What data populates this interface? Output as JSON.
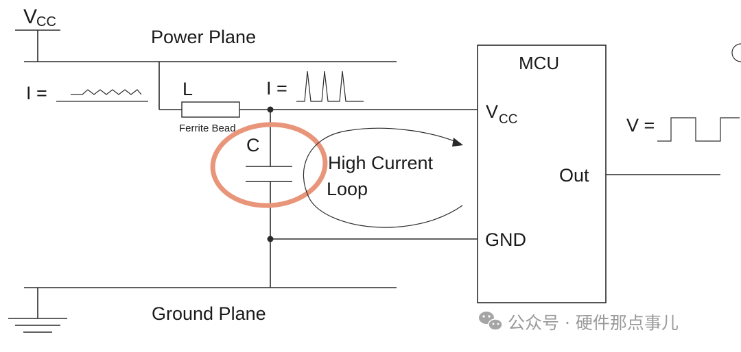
{
  "labels": {
    "vcc_main": "V",
    "vcc_main_sub": "CC",
    "power_plane": "Power Plane",
    "ground_plane": "Ground Plane",
    "i_smooth": "I =",
    "i_pulse": "I =",
    "inductor": "L",
    "ferrite_bead": "Ferrite Bead",
    "capacitor": "C",
    "loop_line1": "High Current",
    "loop_line2": "Loop",
    "mcu_title": "MCU",
    "mcu_vcc": "V",
    "mcu_vcc_sub": "CC",
    "mcu_out": "Out",
    "mcu_gnd": "GND",
    "v_output": "V ="
  },
  "watermark": {
    "text": "公众号 · 硬件那点事儿"
  },
  "colors": {
    "line": "#2a2a2a",
    "highlight_ring": "#e8957a",
    "watermark": "#9a9a9a"
  }
}
